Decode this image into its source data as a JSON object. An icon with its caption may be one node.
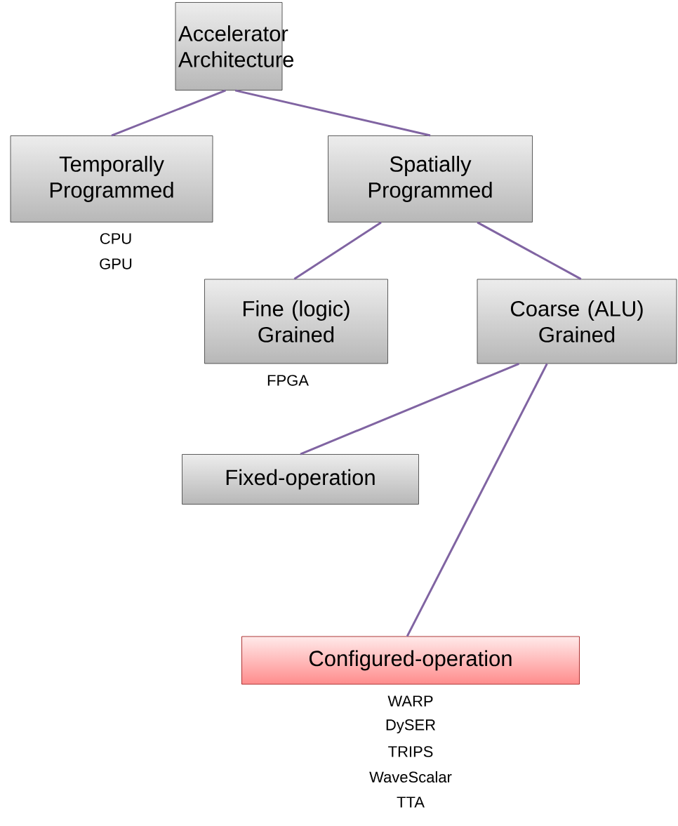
{
  "diagram": {
    "nodes": [
      {
        "text": [
          "Accelerator Architecture"
        ]
      },
      {
        "text": [
          "Temporally Programmed"
        ],
        "beside": [
          "CPU",
          "GPU"
        ]
      },
      {
        "text": [
          "Spatially Programmed"
        ]
      },
      {
        "text": [
          "Fine (logic) Grained"
        ],
        "beside": [
          "FPGA"
        ]
      },
      {
        "text": [
          "Coarse (ALU) Grained"
        ]
      },
      {
        "text": [
          "Fixed-operation"
        ]
      },
      {
        "text": [
          "Configured-operation"
        ],
        "beside": [
          "WARP",
          "DySER",
          "TRIPS",
          "WaveScalar",
          "TTA"
        ]
      }
    ],
    "edges": [
      {
        "from": 0,
        "to": 1,
        "arrow": "none"
      },
      {
        "from": 0,
        "to": 2,
        "arrow": "none"
      },
      {
        "from": 2,
        "to": 3,
        "arrow": "none"
      },
      {
        "from": 2,
        "to": 4,
        "arrow": "none"
      },
      {
        "from": 4,
        "to": 5,
        "arrow": "none"
      },
      {
        "from": 4,
        "to": 6,
        "arrow": "none"
      }
    ]
  }
}
